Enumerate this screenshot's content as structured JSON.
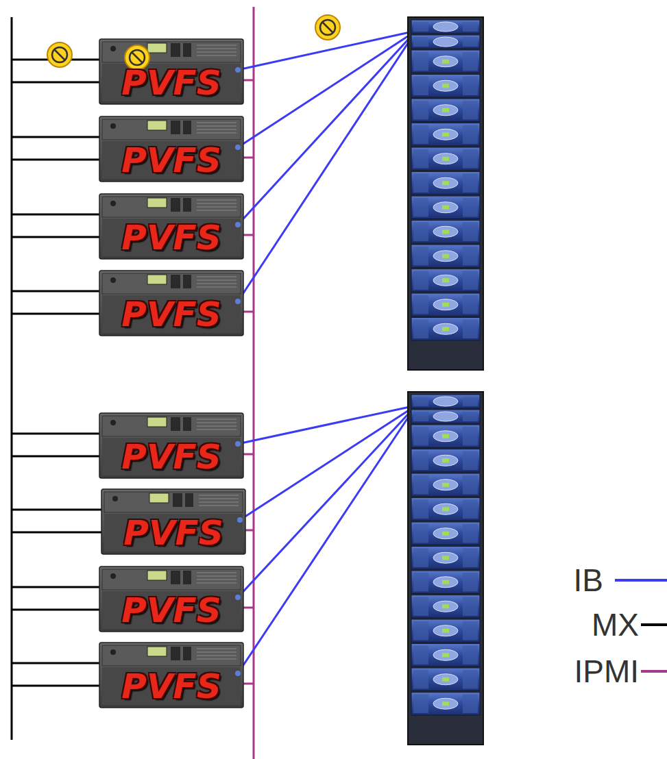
{
  "diagram": {
    "nodes": [
      {
        "text": [
          "PVFS"
        ]
      },
      {
        "text": [
          "PVFS"
        ]
      },
      {
        "text": [
          "PVFS"
        ]
      },
      {
        "text": [
          "PVFS"
        ]
      },
      {
        "text": [
          "PVFS"
        ]
      },
      {
        "text": [
          "PVFS"
        ]
      },
      {
        "text": [
          "PVFS"
        ]
      },
      {
        "text": [
          "PVFS"
        ]
      }
    ],
    "legend": [
      {
        "text": "IB"
      },
      {
        "text": "MX"
      },
      {
        "text": "IPMI"
      }
    ]
  }
}
